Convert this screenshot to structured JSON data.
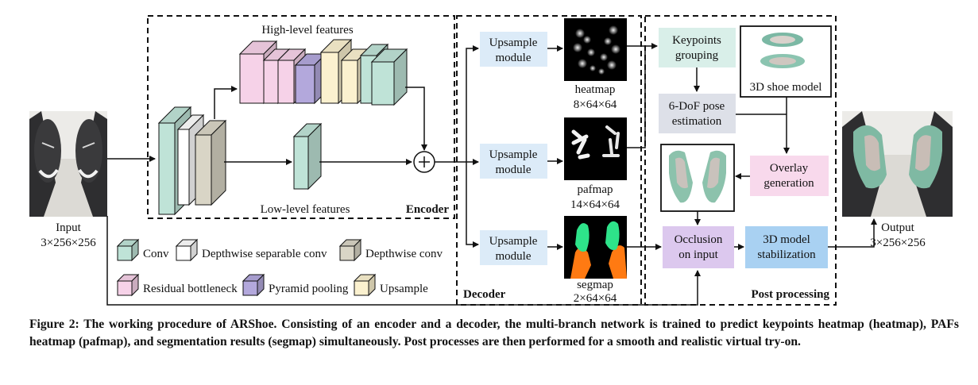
{
  "input": {
    "label": "Input",
    "dims": "3×256×256"
  },
  "output": {
    "label": "Output",
    "dims": "3×256×256"
  },
  "encoder": {
    "title": "Encoder",
    "high_level_label": "High-level features",
    "low_level_label": "Low-level features",
    "legend": [
      {
        "label": "Conv",
        "color": "#bfe3d7"
      },
      {
        "label": "Depthwise separable conv",
        "color": "#ffffff"
      },
      {
        "label": "Depthwise conv",
        "color": "#d9d5c6"
      },
      {
        "label": "Residual bottleneck",
        "color": "#f6d2e8"
      },
      {
        "label": "Pyramid pooling",
        "color": "#b3a8dc"
      },
      {
        "label": "Upsample",
        "color": "#fbf1cf"
      }
    ]
  },
  "decoder": {
    "title": "Decoder",
    "modules": [
      "Upsample\nmodule",
      "Upsample\nmodule",
      "Upsample\nmodule"
    ],
    "outputs": [
      {
        "name": "heatmap",
        "dims": "8×64×64"
      },
      {
        "name": "pafmap",
        "dims": "14×64×64"
      },
      {
        "name": "segmap",
        "dims": "2×64×64"
      }
    ]
  },
  "post": {
    "title": "Post processing",
    "keypoints": "Keypoints\ngrouping",
    "pose": "6-DoF pose\nestimation",
    "shoe_model": "3D shoe model",
    "overlay": "Overlay\ngeneration",
    "occlusion": "Occlusion\non input",
    "stabilization": "3D model\nstabilization"
  },
  "caption": "Figure 2: The working procedure of ARShoe. Consisting of an encoder and a decoder, the multi-branch network is trained to predict keypoints heatmap (heatmap), PAFs heatmap (pafmap), and segmentation results (segmap) simultaneously. Post processes are then performed for a smooth and realistic virtual try-on.",
  "colors": {
    "module_blue": "#dcebf8",
    "keypoints_green": "#d9efe9",
    "pose_gray": "#dde0e8",
    "overlay_pink": "#f8d9ec",
    "occlusion_purple": "#dcc8ee",
    "stabilization_blue": "#a9d1f2",
    "seg_green": "#2ee38a",
    "seg_orange": "#ff7a12"
  }
}
